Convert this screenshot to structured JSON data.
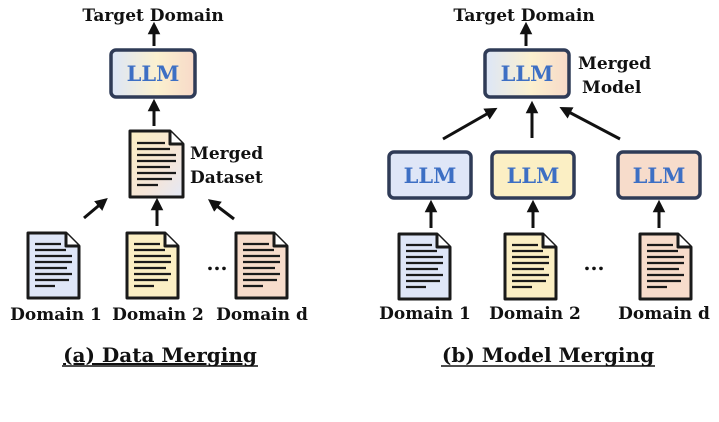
{
  "panel_a": {
    "target_label": "Target Domain",
    "llm_label": "LLM",
    "merged_label_line1": "Merged",
    "merged_label_line2": "Dataset",
    "domains": [
      "Domain 1",
      "Domain 2",
      "Domain d"
    ],
    "ellipsis": "...",
    "caption": "(a) Data Merging"
  },
  "panel_b": {
    "target_label": "Target Domain",
    "llm_label": "LLM",
    "merged_label_line1": "Merged",
    "merged_label_line2": "Model",
    "llm_labels": [
      "LLM",
      "LLM",
      "LLM"
    ],
    "domains": [
      "Domain 1",
      "Domain 2",
      "Domain d"
    ],
    "ellipsis": "...",
    "caption": "(b) Model Merging"
  },
  "colors": {
    "doc_blue": "#dfe6f7",
    "doc_yellow": "#fbefc4",
    "doc_orange": "#f7dccb",
    "llm_border": "#2f3b57",
    "llm_text": "#3d6fc4"
  },
  "icons": [
    "document-icon",
    "llm-box-icon",
    "arrow-icon"
  ]
}
